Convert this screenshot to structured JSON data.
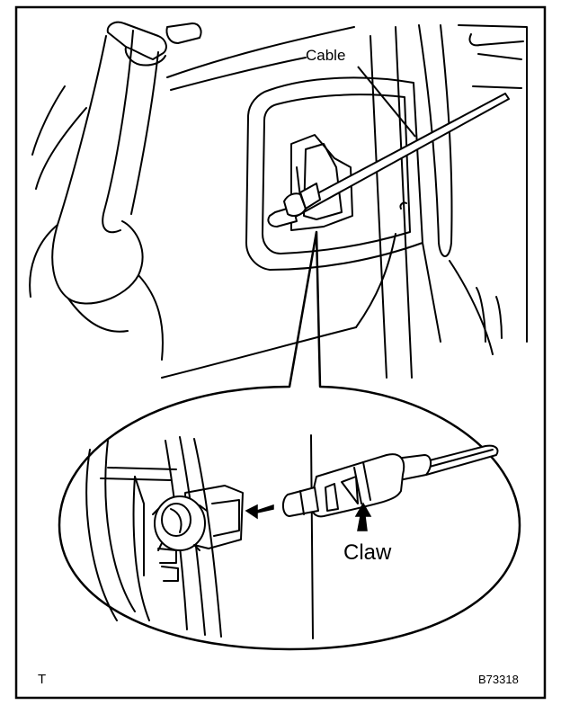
{
  "labels": {
    "cable": "Cable",
    "claw": "Claw",
    "corner_mark": "T",
    "figure_code": "B73318"
  },
  "colors": {
    "line": "#000000",
    "background": "#ffffff"
  }
}
